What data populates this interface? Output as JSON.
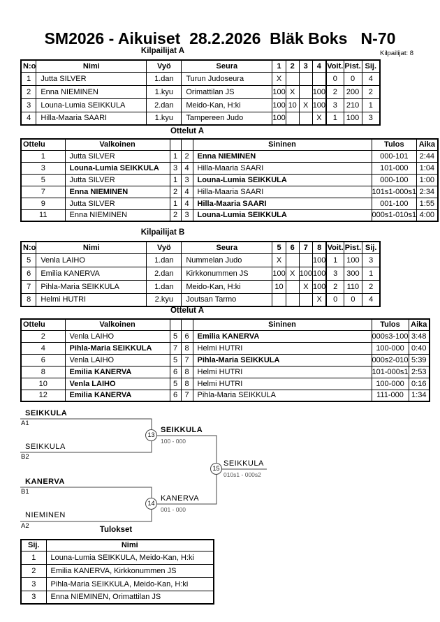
{
  "header": {
    "title": "SM2026 - Aikuiset  28.2.2026  Bläk Boks   N-70",
    "competitors_count_label": "Kilpailijat: 8"
  },
  "sections": {
    "pool_a_title": "Kilpailijat A",
    "matches_a_title": "Ottelut A",
    "pool_b_title": "Kilpailijat B",
    "matches_b_title": "Ottelut A",
    "results_title": "Tulokset"
  },
  "pool_a": {
    "headers": {
      "no": "N:o",
      "name": "Nimi",
      "belt": "Vyö",
      "club": "Seura",
      "c1": "1",
      "c2": "2",
      "c3": "3",
      "c4": "4",
      "wins": "Voit.",
      "points": "Pist.",
      "place": "Sij."
    },
    "rows": [
      {
        "no": "1",
        "name": "Jutta SILVER",
        "belt": "1.dan",
        "club": "Turun Judoseura",
        "c1": "X",
        "c2": "",
        "c3": "",
        "c4": "",
        "wins": "0",
        "points": "0",
        "place": "4"
      },
      {
        "no": "2",
        "name": "Enna NIEMINEN",
        "belt": "1.kyu",
        "club": "Orimattilan JS",
        "c1": "100",
        "c2": "X",
        "c3": "",
        "c4": "100",
        "wins": "2",
        "points": "200",
        "place": "2"
      },
      {
        "no": "3",
        "name": "Louna-Lumia SEIKKULA",
        "belt": "2.dan",
        "club": "Meido-Kan, H:ki",
        "c1": "100",
        "c2": "10",
        "c3": "X",
        "c4": "100",
        "wins": "3",
        "points": "210",
        "place": "1"
      },
      {
        "no": "4",
        "name": "Hilla-Maaria SAARI",
        "belt": "1.kyu",
        "club": "Tampereen Judo",
        "c1": "100",
        "c2": "",
        "c3": "",
        "c4": "X",
        "wins": "1",
        "points": "100",
        "place": "3"
      }
    ]
  },
  "matches_a": {
    "headers": {
      "match": "Ottelu",
      "white": "Valkoinen",
      "blue": "Sininen",
      "result": "Tulos",
      "time": "Aika"
    },
    "rows": [
      {
        "no": "1",
        "white": "Jutta SILVER",
        "wn": "1",
        "bn": "2",
        "blue": "Enna NIEMINEN",
        "result": "000-101",
        "time": "2:44"
      },
      {
        "no": "3",
        "white": "Louna-Lumia SEIKKULA",
        "wn": "3",
        "bn": "4",
        "blue": "Hilla-Maaria SAARI",
        "result": "101-000",
        "time": "1:04"
      },
      {
        "no": "5",
        "white": "Jutta SILVER",
        "wn": "1",
        "bn": "3",
        "blue": "Louna-Lumia SEIKKULA",
        "result": "000-100",
        "time": "1:00"
      },
      {
        "no": "7",
        "white": "Enna NIEMINEN",
        "wn": "2",
        "bn": "4",
        "blue": "Hilla-Maaria SAARI",
        "result": "101s1-000s1",
        "time": "2:34"
      },
      {
        "no": "9",
        "white": "Jutta SILVER",
        "wn": "1",
        "bn": "4",
        "blue": "Hilla-Maaria SAARI",
        "result": "001-100",
        "time": "1:55"
      },
      {
        "no": "11",
        "white": "Enna NIEMINEN",
        "wn": "2",
        "bn": "3",
        "blue": "Louna-Lumia SEIKKULA",
        "result": "000s1-010s1",
        "time": "4:00"
      }
    ]
  },
  "pool_b": {
    "headers": {
      "no": "N:o",
      "name": "Nimi",
      "belt": "Vyö",
      "club": "Seura",
      "c1": "5",
      "c2": "6",
      "c3": "7",
      "c4": "8",
      "wins": "Voit.",
      "points": "Pist.",
      "place": "Sij."
    },
    "rows": [
      {
        "no": "5",
        "name": "Venla LAIHO",
        "belt": "1.dan",
        "club": "Nummelan Judo",
        "c1": "X",
        "c2": "",
        "c3": "",
        "c4": "100",
        "wins": "1",
        "points": "100",
        "place": "3"
      },
      {
        "no": "6",
        "name": "Emilia KANERVA",
        "belt": "2.dan",
        "club": "Kirkkonummen JS",
        "c1": "100",
        "c2": "X",
        "c3": "100",
        "c4": "100",
        "wins": "3",
        "points": "300",
        "place": "1"
      },
      {
        "no": "7",
        "name": "Pihla-Maria SEIKKULA",
        "belt": "1.dan",
        "club": "Meido-Kan, H:ki",
        "c1": "10",
        "c2": "",
        "c3": "X",
        "c4": "100",
        "wins": "2",
        "points": "110",
        "place": "2"
      },
      {
        "no": "8",
        "name": "Helmi HUTRI",
        "belt": "2.kyu",
        "club": "Joutsan Tarmo",
        "c1": "",
        "c2": "",
        "c3": "",
        "c4": "X",
        "wins": "0",
        "points": "0",
        "place": "4"
      }
    ]
  },
  "matches_b": {
    "headers": {
      "match": "Ottelu",
      "white": "Valkoinen",
      "blue": "Sininen",
      "result": "Tulos",
      "time": "Aika"
    },
    "rows": [
      {
        "no": "2",
        "white": "Venla LAIHO",
        "wn": "5",
        "bn": "6",
        "blue": "Emilia KANERVA",
        "result": "000s3-100",
        "time": "3:48"
      },
      {
        "no": "4",
        "white": "Pihla-Maria SEIKKULA",
        "wn": "7",
        "bn": "8",
        "blue": "Helmi HUTRI",
        "result": "100-000",
        "time": "0:40"
      },
      {
        "no": "6",
        "white": "Venla LAIHO",
        "wn": "5",
        "bn": "7",
        "blue": "Pihla-Maria SEIKKULA",
        "result": "000s2-010",
        "time": "5:39"
      },
      {
        "no": "8",
        "white": "Emilia KANERVA",
        "wn": "6",
        "bn": "8",
        "blue": "Helmi HUTRI",
        "result": "101-000s1",
        "time": "2:53"
      },
      {
        "no": "10",
        "white": "Venla LAIHO",
        "wn": "5",
        "bn": "8",
        "blue": "Helmi HUTRI",
        "result": "100-000",
        "time": "0:16"
      },
      {
        "no": "12",
        "white": "Emilia KANERVA",
        "wn": "6",
        "bn": "7",
        "blue": "Pihla-Maria SEIKKULA",
        "result": "111-000",
        "time": "1:34"
      }
    ]
  },
  "bracket": {
    "slots": [
      {
        "name": "SEIKKULA",
        "label": "A1"
      },
      {
        "name": "SEIKKULA",
        "label": "B2"
      },
      {
        "name": "KANERVA",
        "label": "B1"
      },
      {
        "name": "NIEMINEN",
        "label": "A2"
      }
    ],
    "matches": [
      {
        "no": "13",
        "winner": "SEIKKULA",
        "score": "100 - 000"
      },
      {
        "no": "14",
        "winner": "KANERVA",
        "score": "001 - 000"
      },
      {
        "no": "15",
        "winner": "SEIKKULA",
        "score": "010s1 - 000s2"
      }
    ]
  },
  "results": {
    "headers": {
      "place": "Sij.",
      "name": "Nimi"
    },
    "rows": [
      {
        "place": "1",
        "name": "Louna-Lumia SEIKKULA, Meido-Kan, H:ki"
      },
      {
        "place": "2",
        "name": "Emilia KANERVA, Kirkkonummen JS"
      },
      {
        "place": "3",
        "name": "Pihla-Maria SEIKKULA, Meido-Kan, H:ki"
      },
      {
        "place": "3",
        "name": "Enna NIEMINEN, Orimattilan JS"
      }
    ]
  }
}
